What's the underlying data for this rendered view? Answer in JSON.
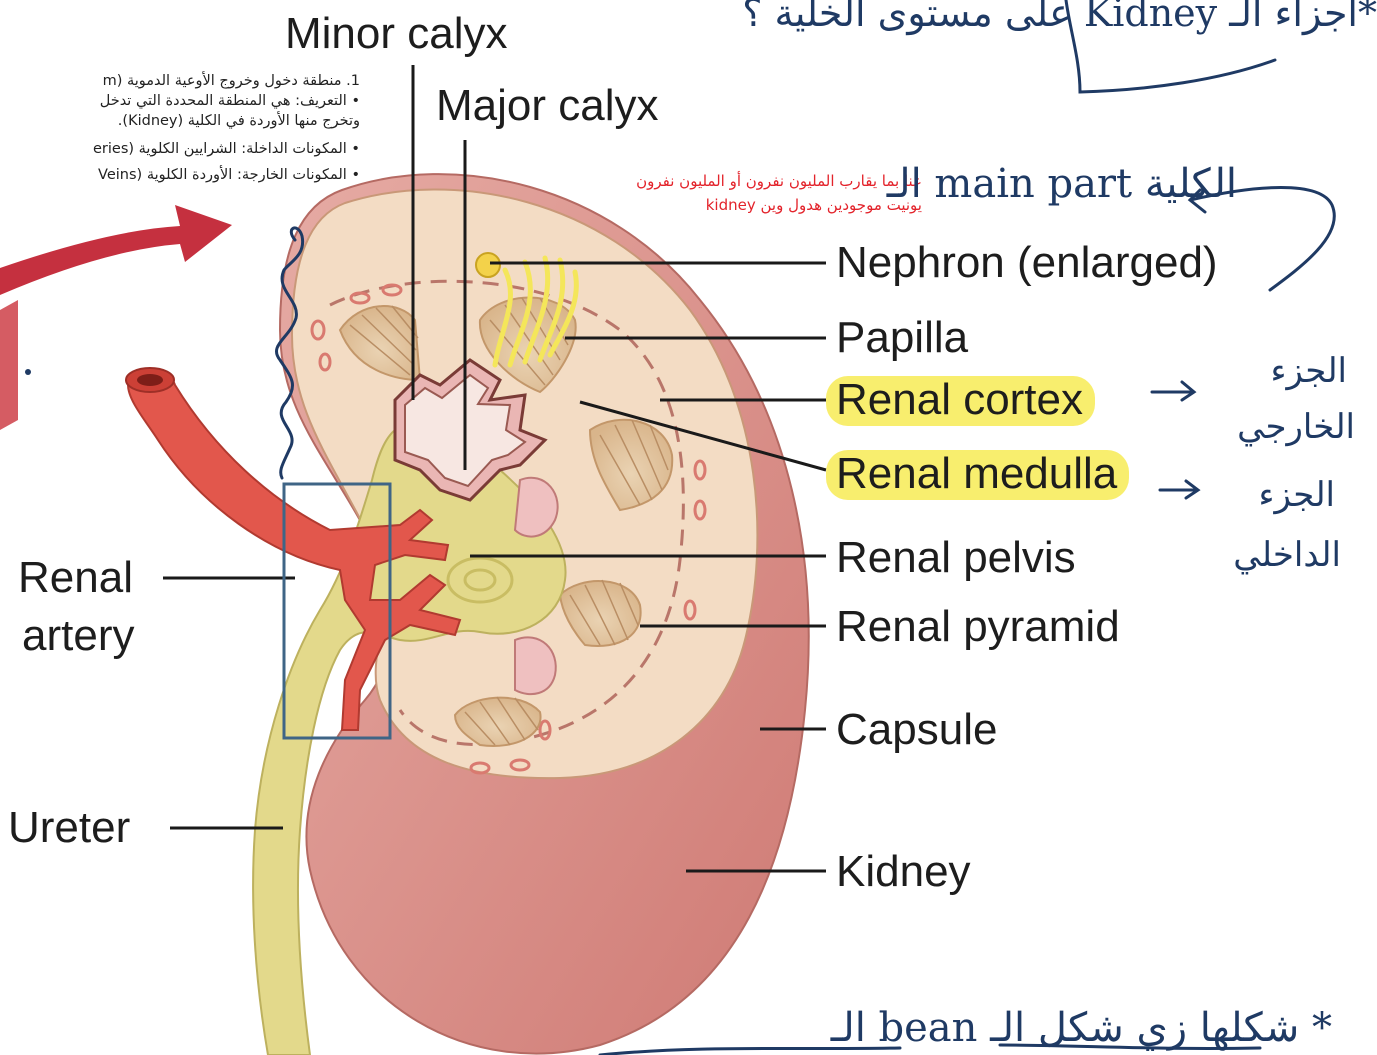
{
  "labels": {
    "minor_calyx": "Minor calyx",
    "major_calyx": "Major calyx",
    "nephron": "Nephron (enlarged)",
    "papilla": "Papilla",
    "renal_cortex": "Renal cortex",
    "renal_medulla": "Renal medulla",
    "renal_pelvis": "Renal pelvis",
    "renal_pyramid": "Renal pyramid",
    "capsule": "Capsule",
    "kidney": "Kidney",
    "renal_artery_line1": "Renal",
    "renal_artery_line2": "artery",
    "ureter": "Ureter"
  },
  "note_box": {
    "line1": "1. منطقة دخول وخروج الأوعية الدموية (m",
    "line2": "• التعريف: هي المنطقة المحددة التي تدخل",
    "line3": "وتخرج منها الأوردة في الكلية (Kidney).",
    "line4": "• المكونات الداخلة: الشرايين الكلوية (eries",
    "line5": "• المكونات الخارجة: الأوردة الكلوية (Veins"
  },
  "red_note": {
    "line1": "عنا بما يقارب المليون نفرون أو المليون نفرون",
    "line2": "يونيت موجودين هدول وين kidney"
  },
  "handwriting": {
    "top_title": "*اجزاء الـ Kidney على مستوى الخلية ؟",
    "main_part": "الكلية main part الـ",
    "outer_part_1": "الجزء",
    "outer_part_2": "الخارجي",
    "inner_part_1": "الجزء",
    "inner_part_2": "الداخلي",
    "bottom": "* شكلها زي شكل الـ bean الـ"
  },
  "colors": {
    "capsule": "#d98a84",
    "cortex": "#f3dcc4",
    "pyramid": "#e4c7a3",
    "pelvis": "#e9e29a",
    "ureter": "#e2d88a",
    "artery": "#e2574c",
    "highlight": "#f8ee6e",
    "ink": "#1f3a64",
    "annotation_red": "#e3232b",
    "box": "#3f6586"
  }
}
